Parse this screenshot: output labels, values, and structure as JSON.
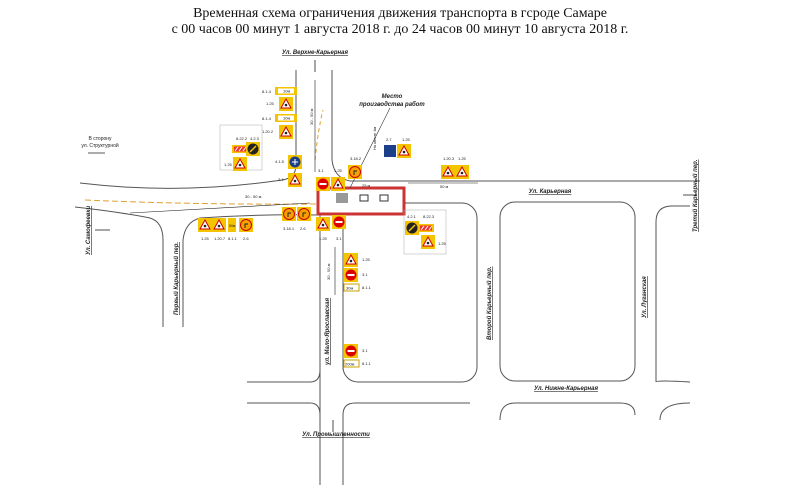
{
  "title": {
    "line1": "Временная схема ограничения движения транспорта в гсроде Самаре",
    "line2": "с 00 часов 00 минут 1 августа 2018 г. до 24 часов 00 минут 10 августа 2018 г."
  },
  "streets": {
    "verkhne": "Ул. Верхне-Карьерная",
    "karernaya": "Ул. Карьерная",
    "samofeevki": "Ул. Самофеевки",
    "perviy": "Первый Карьерный пер.",
    "vtoroy": "Второй Карьерный пер.",
    "tretiy": "Третий Карьерный пер.",
    "lugan": "Ул. Луганская",
    "malo": "ул. Мало-Ярославская",
    "nizhne": "Ул. Нижне-Карьерная",
    "prom": "Ул. Промышленности",
    "direction": [
      "В сторону",
      "ул. Структурной"
    ]
  },
  "work_site": {
    "label": [
      "Место",
      "производства работ"
    ]
  },
  "distances": {
    "north": "30 - 50 м",
    "west": "30 - 50 м",
    "south": "30 - 50 м",
    "east": "50 м",
    "site": "25 м",
    "na_meste": "На месте 4м"
  },
  "sign_codes": {
    "s814": "8.1.4",
    "s125": "1.25",
    "s1202": "1.20.2",
    "s423": "4.2.3",
    "s8222": "8.22.2",
    "s415": "4.1.5",
    "s24": "2.4",
    "s31": "3.1",
    "s3182": "3.18.2",
    "s27": "2.7",
    "s1203": "1.20.3",
    "s3181": "3.18.1",
    "s26": "2.6",
    "s811": "8.1.1",
    "s1207": "1.20.7",
    "s8223": "8.22.3",
    "s421": "4.2.1"
  },
  "plates": {
    "p10": "10м",
    "p30": "30м",
    "p50": "50м",
    "p200": "200м"
  }
}
